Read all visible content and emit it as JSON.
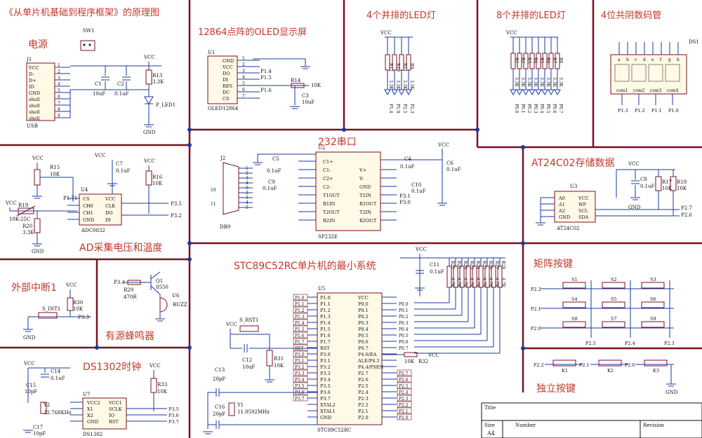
{
  "header": {
    "title": "《从单片机基础到程序框架》的原理图"
  },
  "sections": {
    "power": "电源",
    "oled": "12864点阵的OLED显示屏",
    "led4": "4个并排的LED灯",
    "led8": "8个并排的LED灯",
    "seg7": "4位共阴数码管",
    "adc": "AD采集电压和温度",
    "uart": "232串口",
    "eeprom": "AT24C02存储数据",
    "mcu": "STC89C52RC单片机的最小系统",
    "matrix": "矩阵按键",
    "ext_int": "外部中断1",
    "buzzer": "有源蜂鸣器",
    "rtc": "DS1302时钟",
    "keys": "独立按键"
  },
  "power": {
    "sw": "SW1",
    "j1": "J1",
    "usb_pins": [
      "VCC",
      "D-",
      "D+",
      "ID",
      "GND",
      "shell",
      "shell",
      "shell",
      "shell"
    ],
    "usb": "USB",
    "c1": "C1",
    "c1v": "10uF",
    "c2": "C2",
    "c2v": "0.1uF",
    "r13": "R13",
    "r13v": "3.3K",
    "led": "P_LED1",
    "vcc": "VCC",
    "gnd": "GND"
  },
  "oled": {
    "u1": "U1",
    "pins": [
      "GND",
      "VCC",
      "DO",
      "DI",
      "RES",
      "DC",
      "CS"
    ],
    "part": "OLED12864",
    "p14": "P1.4",
    "p15": "P1.5",
    "p16": "P1.6",
    "r14": "R14",
    "r14v": "10K",
    "c3": "C3",
    "c3v": "10uF"
  },
  "led4": {
    "rs": [
      "R12",
      "R10",
      "R11",
      "R9"
    ],
    "rv": "3.3K",
    "ports": [
      "P1.4",
      "P1.9",
      "P2.5",
      "P2.3"
    ]
  },
  "led8": {
    "rs": [
      "R1",
      "R2",
      "R3",
      "R4",
      "R5",
      "R6",
      "R7",
      "R8"
    ],
    "rv": "3.3K",
    "ports": [
      "P0.0",
      "P0.1",
      "P0.2",
      "P0.3",
      "P0.4",
      "P0.5",
      "P0.6",
      "P0.7"
    ]
  },
  "seg7": {
    "ds": "DS1",
    "coms": [
      "com1",
      "com2",
      "com3",
      "com4"
    ],
    "ports": [
      "P1.3",
      "P1.2",
      "P1.1",
      "P1.0"
    ],
    "segs": [
      "a",
      "b",
      "c",
      "d",
      "e",
      "f",
      "g",
      "h"
    ]
  },
  "adc": {
    "r15": "R15",
    "r15v": "10K",
    "r16": "R16",
    "r16v": "10K",
    "c7": "C7",
    "c7v": "0.1uF",
    "u4": "U4",
    "part": "ADC0832",
    "left": [
      "CS",
      "CH0",
      "CH1",
      "GND"
    ],
    "right": [
      "VCC",
      "CLK",
      "DO",
      "DI"
    ],
    "r19": "R19",
    "r19v": "10K-25C",
    "r20": "R20",
    "r20v": "3.3K",
    "p171": "P1.71",
    "p35": "P3.5",
    "p32": "P3.2"
  },
  "uart": {
    "j2": "J2",
    "db9": "DB9",
    "u2": "U2",
    "part": "SP232E",
    "left": [
      "C1+",
      "C1-",
      "C2+",
      "C2-",
      "T1OUT",
      "R1IN",
      "T2OUT",
      "R2IN"
    ],
    "right": [
      "V+",
      "V-",
      "GND",
      "T1IN",
      "R1OUT",
      "T2IN",
      "R2OUT"
    ],
    "caps": [
      "C5",
      "C9",
      "C4",
      "C6",
      "C10"
    ],
    "cv": "0.1uF",
    "p31": "P3.1",
    "p30": "P3.0"
  },
  "eeprom": {
    "u3": "U3",
    "part": "AT24C02",
    "left": [
      "A0",
      "A1",
      "A2",
      "GND"
    ],
    "right": [
      "VCC",
      "WP",
      "SCL",
      "SDA"
    ],
    "c8": "C8",
    "c8v": "0.1uF",
    "r17": "R17",
    "r17v": "10K",
    "r18": "R18",
    "r18v": "10K",
    "p27": "P2.7",
    "p26": "P2.6"
  },
  "mcu": {
    "u5": "U5",
    "part": "STC89C52RC",
    "left": [
      "P1.0",
      "P1.1",
      "P1.2",
      "P1.3",
      "P1.4",
      "P1.5",
      "P1.6",
      "P1.7",
      "RST",
      "P3.0",
      "P3.1",
      "P3.2",
      "P3.3",
      "P3.4",
      "P3.5",
      "P3.6",
      "P3.7",
      "XTAL2",
      "XTAL1",
      "GND"
    ],
    "right": [
      "VCC",
      "P0.0",
      "P0.1",
      "P0.2",
      "P0.3",
      "P0.4",
      "P0.5",
      "P0.6",
      "P0.7",
      "P4.6/EA",
      "ALE/P4.5",
      "P4.4/PSEN",
      "P2.7",
      "P2.6",
      "P2.5",
      "P2.4",
      "P2.3",
      "P2.2",
      "P2.1",
      "P2.0"
    ],
    "rst": "S_RST1",
    "c12": "C12",
    "c12v": "10uF",
    "r31": "R31",
    "r31v": "10K",
    "r32": "R32",
    "r32v": "10K",
    "c13": "C13",
    "c16": "C16",
    "cxv": "20pF",
    "y1": "Y1",
    "y1v": "11.0592MHz",
    "c11": "C11",
    "c11v": "0.1uF",
    "pull": [
      "R22",
      "R21",
      "R20",
      "R23",
      "R24",
      "R25",
      "R26",
      "R27",
      "R28"
    ],
    "pullv": "4.7K"
  },
  "matrix": {
    "keys": [
      "S1",
      "S2",
      "S3",
      "S4",
      "S5",
      "S6",
      "S8",
      "S7",
      "S9"
    ],
    "rows": [
      "P2.2",
      "P2.1",
      "P2.0"
    ],
    "cols": [
      "P2.5",
      "P2.4",
      "P2.3"
    ]
  },
  "ext_int": {
    "sw": "S_INT1",
    "r30": "R30",
    "r30v": "10K",
    "p33": "P3.3"
  },
  "buzzer": {
    "q1": "Q1",
    "q1v": "8550",
    "r29": "R29",
    "r29v": "470R",
    "u6": "U6",
    "buzz": "BUZZ",
    "p34": "P3.4"
  },
  "rtc": {
    "u7": "U7",
    "part": "DS1302",
    "left": [
      "VCC2",
      "X1",
      "X2",
      "GND"
    ],
    "right": [
      "VCC1",
      "SCLK",
      "IO",
      "RST"
    ],
    "c14": "C14",
    "c14v": "0.1uF",
    "c15": "C15",
    "c17": "C17",
    "cv": "10pF",
    "y2": "Y2",
    "y2v": "32.768KHz",
    "r33": "R33",
    "r33v": "10K",
    "ports": [
      "P3.5",
      "P3.6",
      "P3.7"
    ]
  },
  "keys": {
    "items": [
      "K1",
      "K2",
      "K3"
    ],
    "ports": [
      "P2.2",
      "P2.1",
      "P2.0"
    ]
  },
  "titleblock": {
    "title": "Title",
    "size": "Size",
    "number": "Number",
    "revision": "Revision",
    "a4": "A4"
  }
}
